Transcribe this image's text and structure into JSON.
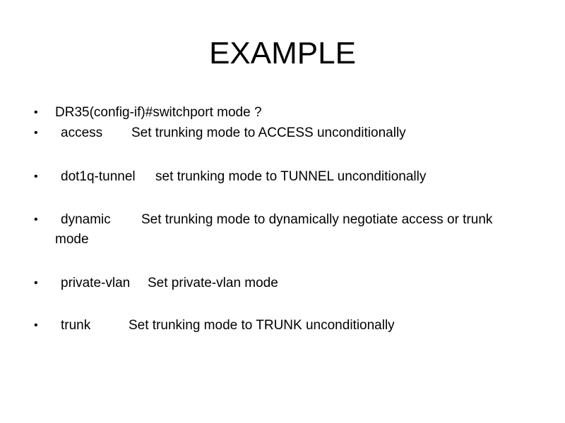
{
  "slide": {
    "title": "EXAMPLE",
    "bullets": [
      {
        "text": "DR35(config-if)#switchport mode ?"
      },
      {
        "command": "access",
        "description": "Set trunking mode to ACCESS unconditionally"
      },
      {
        "command": "dot1q-tunnel",
        "description": "set trunking mode to TUNNEL unconditionally"
      },
      {
        "command": "dynamic",
        "description": "Set trunking mode to dynamically negotiate access or trunk mode"
      },
      {
        "command": "private-vlan",
        "description": "Set private-vlan mode"
      },
      {
        "command": "trunk",
        "description": "Set trunking mode to TRUNK unconditionally"
      }
    ],
    "bullet_glyph": "•"
  }
}
